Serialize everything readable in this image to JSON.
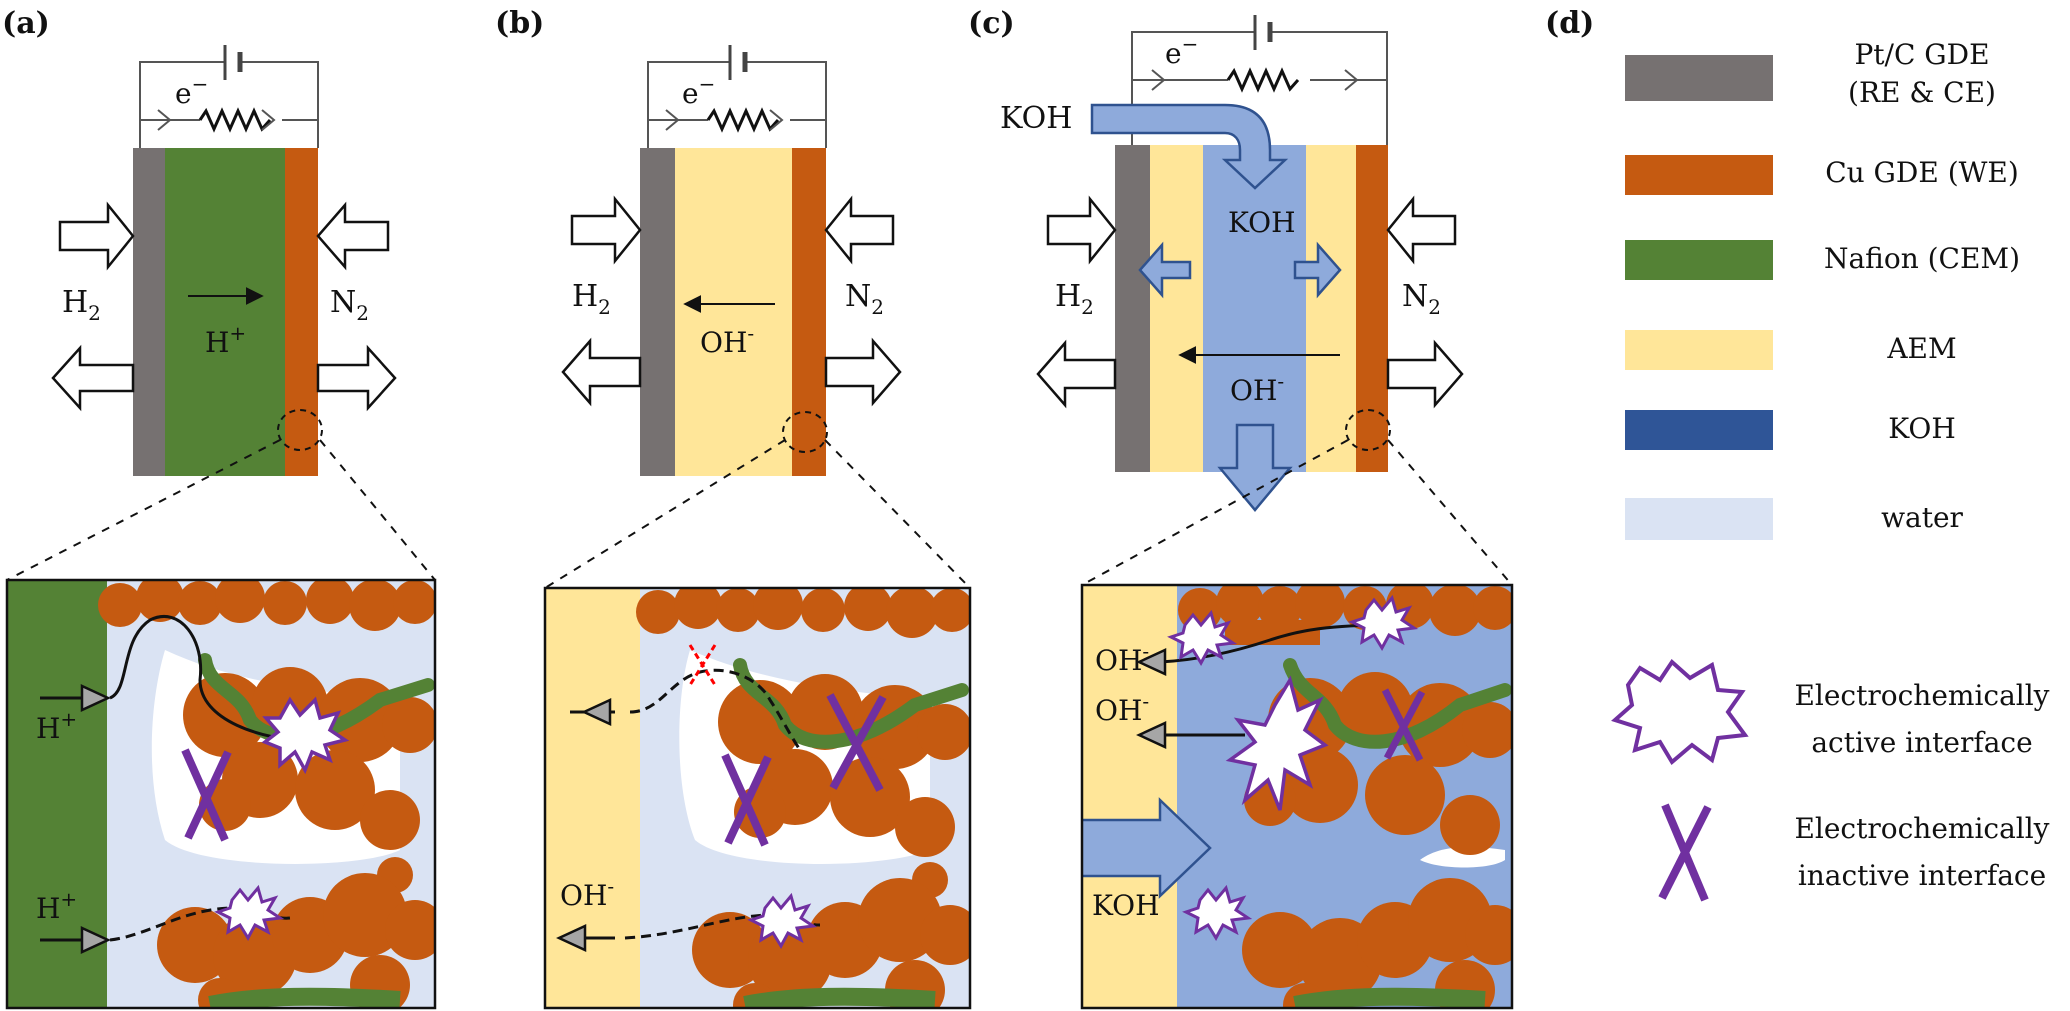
{
  "panels": {
    "a": {
      "label": "(a)",
      "gas_left": "H",
      "gas_left_sub": "2",
      "gas_right": "N",
      "gas_right_sub": "2",
      "ion": "H",
      "ion_sup": "+",
      "electron": "e",
      "electron_sup": "−",
      "zoom_ion_1": "H",
      "zoom_ion_1_sup": "+",
      "zoom_ion_2": "H",
      "zoom_ion_2_sup": "+"
    },
    "b": {
      "label": "(b)",
      "gas_left": "H",
      "gas_left_sub": "2",
      "gas_right": "N",
      "gas_right_sub": "2",
      "ion": "OH",
      "ion_sup": "-",
      "electron": "e",
      "electron_sup": "−",
      "zoom_ion_1": "OH",
      "zoom_ion_1_sup": "-"
    },
    "c": {
      "label": "(c)",
      "gas_left": "H",
      "gas_left_sub": "2",
      "gas_right": "N",
      "gas_right_sub": "2",
      "ion": "OH",
      "ion_sup": "-",
      "electron": "e",
      "electron_sup": "−",
      "koh_inlet": "KOH",
      "koh_channel": "KOH",
      "zoom_ion_1": "OH",
      "zoom_ion_1_sup": "-",
      "zoom_ion_2": "OH",
      "zoom_ion_2_sup": "-",
      "zoom_koh": "KOH"
    }
  },
  "legend": {
    "label": "(d)",
    "items": [
      {
        "line1": "Pt/C GDE",
        "line2": "(RE & CE)",
        "color": "#767171"
      },
      {
        "line1": "Cu GDE (WE)",
        "line2": "",
        "color": "#c55a11"
      },
      {
        "line1": "Nafion (CEM)",
        "line2": "",
        "color": "#548235"
      },
      {
        "line1": "AEM",
        "line2": "",
        "color": "#ffe699"
      },
      {
        "line1": "KOH",
        "line2": "",
        "color": "#2f5597"
      },
      {
        "line1": "water",
        "line2": "",
        "color": "#dae3f3"
      }
    ],
    "active": {
      "line1": "Electrochemically",
      "line2": "active interface",
      "color": "#7030a0"
    },
    "inactive": {
      "line1": "Electrochemically",
      "line2": "inactive interface",
      "color": "#7030a0"
    }
  },
  "colors": {
    "ptc": "#767171",
    "cu": "#c55a11",
    "nafion": "#548235",
    "aem": "#ffe699",
    "koh": "#8eaadb",
    "water": "#dae3f3",
    "purple": "#7030a0",
    "red": "#ff0000"
  }
}
